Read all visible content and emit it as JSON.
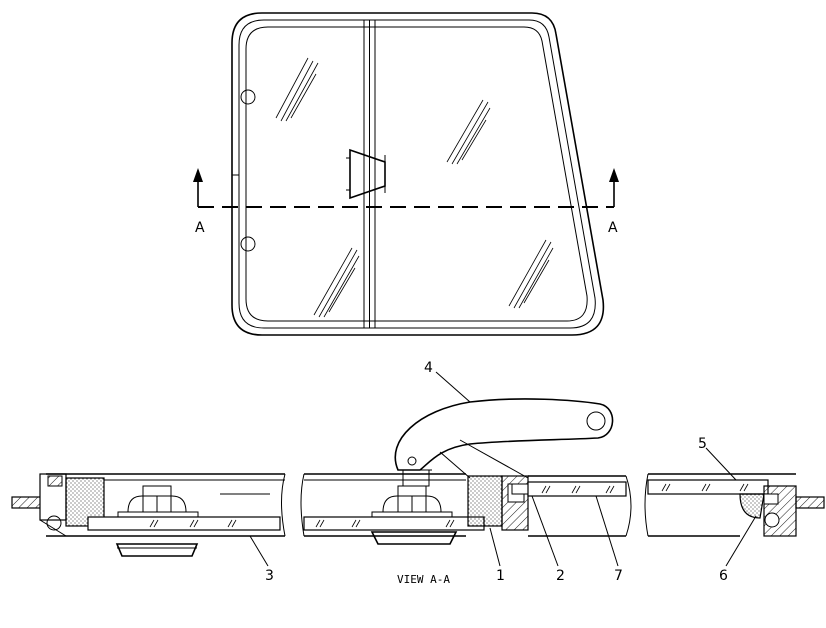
{
  "section": {
    "left_marker": "A",
    "right_marker": "A"
  },
  "view_caption": "VIEW A-A",
  "callouts": {
    "c1": "1",
    "c2": "2",
    "c3": "3",
    "c4": "4",
    "c5": "5",
    "c6": "6",
    "c7": "7"
  }
}
